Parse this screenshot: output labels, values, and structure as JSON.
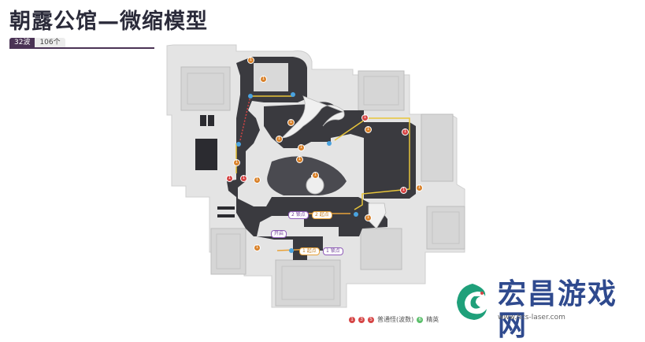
{
  "title": "朝露公馆—微缩模型",
  "tags": {
    "waves": "32波",
    "count": "106个"
  },
  "markers": {
    "normal_num": "1",
    "red_num": "1",
    "route_start_1": "1 起点",
    "route_start_2": "2 起点",
    "route_small_1": "1 锁点",
    "route_small_2": "2 锁点",
    "purple_tag": "开启"
  },
  "legend": {
    "n1": "1",
    "n2": "3",
    "n3": "5",
    "label1": "普通怪(波数)",
    "elite_num": "6",
    "label2": "精英"
  },
  "watermark": {
    "name": "宏昌游戏网",
    "url": "www.hcs-laser.com"
  },
  "colors": {
    "accent": "#4a3355",
    "route_yellow": "#e8c53a",
    "enemy_orange": "#d9822b",
    "enemy_red": "#d64545",
    "spawn_blue": "#4aa3e0"
  }
}
